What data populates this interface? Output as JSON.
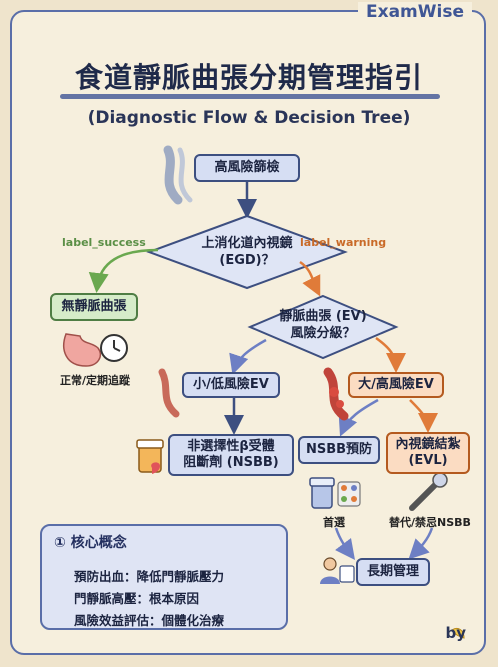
{
  "brand": "ExamWise",
  "title": "食道靜脈曲張分期管理指引",
  "subtitle": "(Diagnostic Flow & Decision Tree)",
  "nodes": {
    "screening": "高風險篩檢",
    "egd_line1": "上消化道內視鏡",
    "egd_line2": "(EGD)？",
    "no_varices": "無靜脈曲張",
    "no_varices_caption": "正常/定期追蹤",
    "ev_line1": "靜脈曲張 (EV)",
    "ev_line2": "風險分級？",
    "small": "小/低風險EV",
    "large": "大/高風險EV",
    "nsbb_line1": "非選擇性β受體",
    "nsbb_line2": "阻斷劑 (NSBB)",
    "nsbb_prevent": "NSBB預防",
    "evl_line1": "內視鏡結紮",
    "evl_line2": "(EVL)",
    "first_choice": "首選",
    "alt_choice": "替代/禁忌NSBB",
    "long_term": "長期管理"
  },
  "edges": {
    "success": "label_success",
    "warning": "label_warning"
  },
  "legend": {
    "title": "① 核心概念",
    "rows": [
      "預防出血：降低門靜脈壓力",
      "門靜脈高壓：根本原因",
      "風險效益評估：個體化治療"
    ]
  },
  "footer": "by",
  "colors": {
    "navy": "#3d4f80",
    "green": "#6aa84f",
    "orange": "#e07b39",
    "blue_arrow": "#6d7fc4"
  }
}
